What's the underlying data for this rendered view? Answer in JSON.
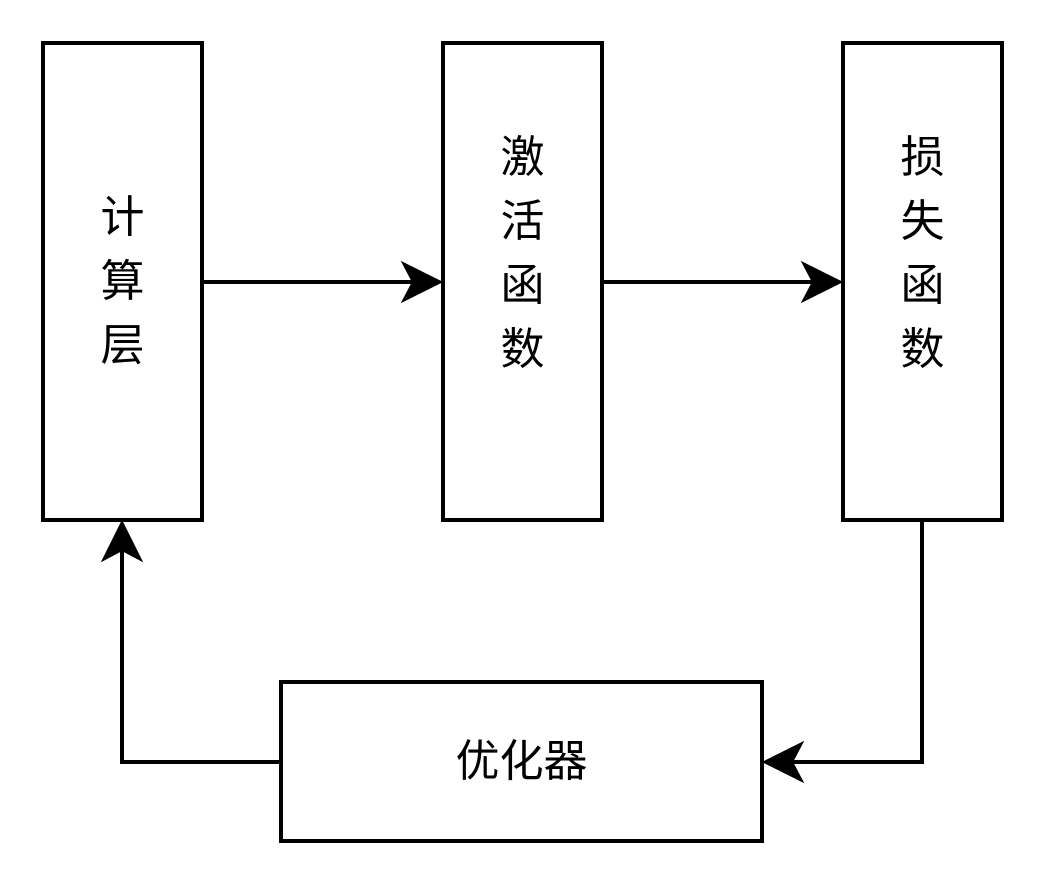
{
  "boxes": {
    "compute_layer": {
      "label": "计算层"
    },
    "activation_function": {
      "label": "激活函数"
    },
    "loss_function": {
      "label": "损失函数"
    },
    "optimizer": {
      "label": "优化器"
    }
  },
  "colors": {
    "stroke": "#000000",
    "background": "#ffffff"
  }
}
